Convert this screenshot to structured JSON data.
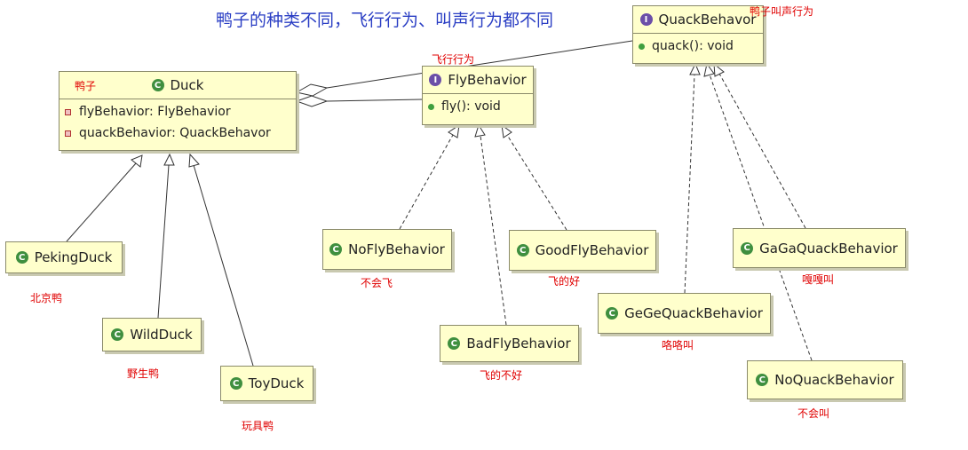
{
  "title": "鸭子的种类不同，飞行行为、叫声行为都不同",
  "classes": {
    "duck": {
      "name": "Duck",
      "badge": "C",
      "note": "鸭子",
      "fields": [
        "flyBehavior: FlyBehavior",
        "quackBehavior: QuackBehavor"
      ]
    },
    "fly": {
      "name": "FlyBehavior",
      "badge": "I",
      "note": "飞行行为",
      "methods": [
        "fly(): void"
      ]
    },
    "quack": {
      "name": "QuackBehavor",
      "badge": "I",
      "note": "鸭子叫声行为",
      "methods": [
        "quack(): void"
      ]
    },
    "peking": {
      "name": "PekingDuck",
      "badge": "C",
      "note": "北京鸭"
    },
    "wild": {
      "name": "WildDuck",
      "badge": "C",
      "note": "野生鸭"
    },
    "toy": {
      "name": "ToyDuck",
      "badge": "C",
      "note": "玩具鸭"
    },
    "nofly": {
      "name": "NoFlyBehavior",
      "badge": "C",
      "note": "不会飞"
    },
    "goodfly": {
      "name": "GoodFlyBehavior",
      "badge": "C",
      "note": "飞的好"
    },
    "badfly": {
      "name": "BadFlyBehavior",
      "badge": "C",
      "note": "飞的不好"
    },
    "gege": {
      "name": "GeGeQuackBehavior",
      "badge": "C",
      "note": "咯咯叫"
    },
    "gaga": {
      "name": "GaGaQuackBehavior",
      "badge": "C",
      "note": "嘎嘎叫"
    },
    "noquack": {
      "name": "NoQuackBehavior",
      "badge": "C",
      "note": "不会叫"
    }
  },
  "colors": {
    "box_fill": "#ffffcc",
    "note": "#e00000",
    "title": "#2a3ec4",
    "class_badge": "#3f8f3f",
    "interface_badge": "#6b4fa8"
  }
}
